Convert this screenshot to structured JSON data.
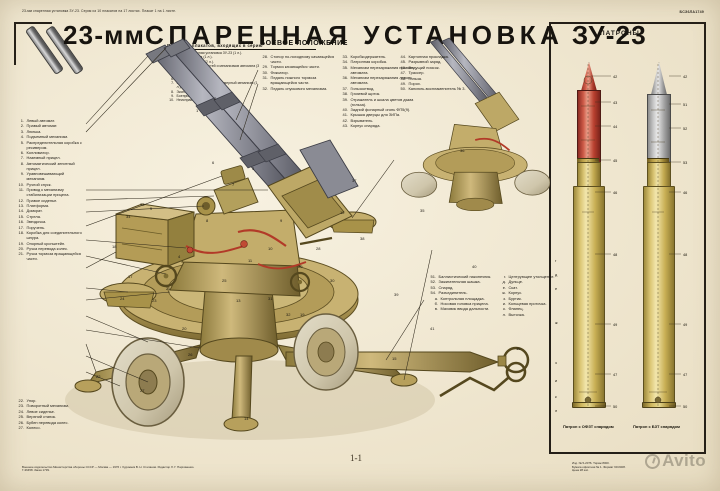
{
  "poster": {
    "top_caption": "23-мм спаренная установка ЗУ-23. Серия из 10 плакатов на 17 листах. Плакат 1 на 1 листе.",
    "top_right_code": "БСЗ6ЛА1749",
    "title_caliber": "23-мм",
    "title_main": "СПАРЕННАЯ УСТАНОВКА",
    "title_model": "ЗУ-23",
    "sheet_number": "1-1"
  },
  "series_panel": {
    "header": "Перечень плакатов, входящих в серию",
    "items": [
      "23-мм спаренная установка ЗУ-23 (1 л.).",
      "Ствол автомата (1 л.).",
      "Затвор автомата (2 л.).",
      "Взаимодействие частей и механизмов автомата (3 л.).",
      "Станок (2 л.).",
      "Прицел (2 л.).",
      "Указатель скорости и дальномерный механизм (1 л.).",
      "Эксплуатация ЗУ-23 (2 л.).",
      "Боеприпасы (1 л.).",
      "Неисправности ЗУ-23 (1 л.)."
    ]
  },
  "combat_panel": {
    "header": "БОЕВОЕ ПОЛОЖЕНИЕ"
  },
  "cartridges_panel": {
    "header": "ПАТРОНЫ",
    "left_caption": "Патрон с ОФЗТ снарядом",
    "right_caption": "Патрон с БЗТ снарядом",
    "left_numbers": [
      "42",
      "43",
      "44",
      "45",
      "46",
      "47",
      "48",
      "49",
      "50"
    ],
    "right_numbers": [
      "42",
      "43",
      "44",
      "45",
      "46",
      "51",
      "52",
      "53",
      "54"
    ]
  },
  "parts_left": [
    {
      "n": "1.",
      "t": "Левый автомат."
    },
    {
      "n": "2.",
      "t": "Правый автомат."
    },
    {
      "n": "3.",
      "t": "Люлька."
    },
    {
      "n": "4.",
      "t": "Подъемный механизм."
    },
    {
      "n": "5.",
      "t": "Распределительная коробка с ресивером."
    },
    {
      "n": "6.",
      "t": "Коллиматор."
    },
    {
      "n": "7.",
      "t": "Наземный прицел."
    },
    {
      "n": "8.",
      "t": "Автоматический зенитный прицел."
    },
    {
      "n": "9.",
      "t": "Уравновешивающий механизм."
    },
    {
      "n": "10.",
      "t": "Ручной спуск."
    },
    {
      "n": "11.",
      "t": "Привод к механизму стабилизации прицела."
    },
    {
      "n": "12.",
      "t": "Правое сиденье."
    },
    {
      "n": "13.",
      "t": "Платформа."
    },
    {
      "n": "14.",
      "t": "Домкрат."
    },
    {
      "n": "15.",
      "t": "Стрела."
    },
    {
      "n": "16.",
      "t": "Звездочка."
    },
    {
      "n": "17.",
      "t": "Поручень."
    },
    {
      "n": "18.",
      "t": "Коробка для соединительного шнура."
    },
    {
      "n": "19.",
      "t": "Опорный кронштейн."
    },
    {
      "n": "20.",
      "t": "Ручка перевода колес."
    },
    {
      "n": "21.",
      "t": "Ручка тормоза вращающейся части."
    }
  ],
  "parts_left2": [
    {
      "n": "22.",
      "t": "Упор."
    },
    {
      "n": "23.",
      "t": "Поворотный механизм."
    },
    {
      "n": "24.",
      "t": "Левое сиденье."
    },
    {
      "n": "25.",
      "t": "Верхний станок."
    },
    {
      "n": "26.",
      "t": "Бубен перевода колес."
    },
    {
      "n": "27.",
      "t": "Колесо."
    }
  ],
  "parts_col28": [
    {
      "n": "28.",
      "t": "Стопор по-походному качающейся части."
    },
    {
      "n": "29.",
      "t": "Тормоз качающейся части."
    },
    {
      "n": "30.",
      "t": "Фиксатор."
    },
    {
      "n": "31.",
      "t": "Педаль ножного тормоза вращающейся части."
    },
    {
      "n": "32.",
      "t": "Педаль спускового механизма."
    }
  ],
  "parts_col33": [
    {
      "n": "33.",
      "t": "Коробкодержатель."
    },
    {
      "n": "34.",
      "t": "Патронная коробка."
    },
    {
      "n": "35.",
      "t": "Механизм перезаряжания правого автомата."
    },
    {
      "n": "36.",
      "t": "Механизм перезаряжания левого автомата."
    },
    {
      "n": "37.",
      "t": "Гильзоотвод."
    },
    {
      "n": "38.",
      "t": "Грязевой щиток."
    },
    {
      "n": "39.",
      "t": "Отражатель и шкала цветов дыма (гильза)."
    },
    {
      "n": "40.",
      "t": "Задний фонарный огонь ФП5(9)."
    },
    {
      "n": "41.",
      "t": "Крышка дверцы для ЗИПа."
    },
    {
      "n": "42.",
      "t": "Взрыватель."
    },
    {
      "n": "43.",
      "t": "Корпус снаряда."
    }
  ],
  "parts_col44": [
    {
      "n": "44.",
      "t": "Картонная прокладка."
    },
    {
      "n": "45.",
      "t": "Разрывной заряд."
    },
    {
      "n": "46.",
      "t": "Ведущий поясок."
    },
    {
      "n": "47.",
      "t": "Трассер."
    },
    {
      "n": "48.",
      "t": "Гильза."
    },
    {
      "n": "49.",
      "t": "Порох."
    },
    {
      "n": "50.",
      "t": "Капсюль-воспламенитель № 3."
    }
  ],
  "parts_col51": [
    {
      "n": "51.",
      "t": "Баллистический наконечник."
    },
    {
      "n": "52.",
      "t": "Зажигательная шашка."
    },
    {
      "n": "53.",
      "t": "Снаряд."
    },
    {
      "n": "54.",
      "t": "Разъединитель."
    },
    {
      "n": "а.",
      "t": "Контрольная площадка.",
      "sub": true
    },
    {
      "n": "б.",
      "t": "Носовая головка прицела.",
      "sub": true
    },
    {
      "n": "в.",
      "t": "Маховик ввода дальности.",
      "sub": true
    }
  ],
  "parts_col51b": [
    {
      "n": "г.",
      "t": "Центрующее утолщение."
    },
    {
      "n": "д.",
      "t": "Дульце."
    },
    {
      "n": "е.",
      "t": "Скат."
    },
    {
      "n": "ж.",
      "t": "Корпус."
    },
    {
      "n": "з.",
      "t": "Буртик."
    },
    {
      "n": "и.",
      "t": "Кольцевая проточка."
    },
    {
      "n": "к.",
      "t": "Фланец."
    },
    {
      "n": "л.",
      "t": "Выточка."
    }
  ],
  "callouts_main": [
    "1",
    "2",
    "3",
    "4",
    "5",
    "6",
    "7",
    "8",
    "9",
    "10",
    "11",
    "12",
    "13",
    "14",
    "15",
    "16",
    "17",
    "18",
    "19",
    "20",
    "21",
    "22",
    "23",
    "24",
    "25",
    "26",
    "27",
    "28",
    "29",
    "30",
    "31",
    "32",
    "33",
    "34",
    "35",
    "36",
    "37",
    "38",
    "39",
    "40",
    "41"
  ],
  "footer": {
    "line1": "Военное издательство Министерства обороны СССР — Москва — 1976 г.  Художник В. Н. Степанов.  Редактор Л. Г. Пархоменко.",
    "line2": "Г-36458. Заказ 1739."
  },
  "footer_right": {
    "line1": "Изд. № 5-2076. Тираж 8000.",
    "line2": "Бумага офсетная № 1. Формат 60×90/8.",
    "line3": "Цена 28 коп."
  },
  "watermark": {
    "text": "Avito"
  },
  "colors": {
    "paper": "#efe6cf",
    "ink": "#17140f",
    "olive": "#b9a15c",
    "olive_dark": "#7e6b33",
    "steel": "#8f9097",
    "red_shell": "#b9402f"
  }
}
